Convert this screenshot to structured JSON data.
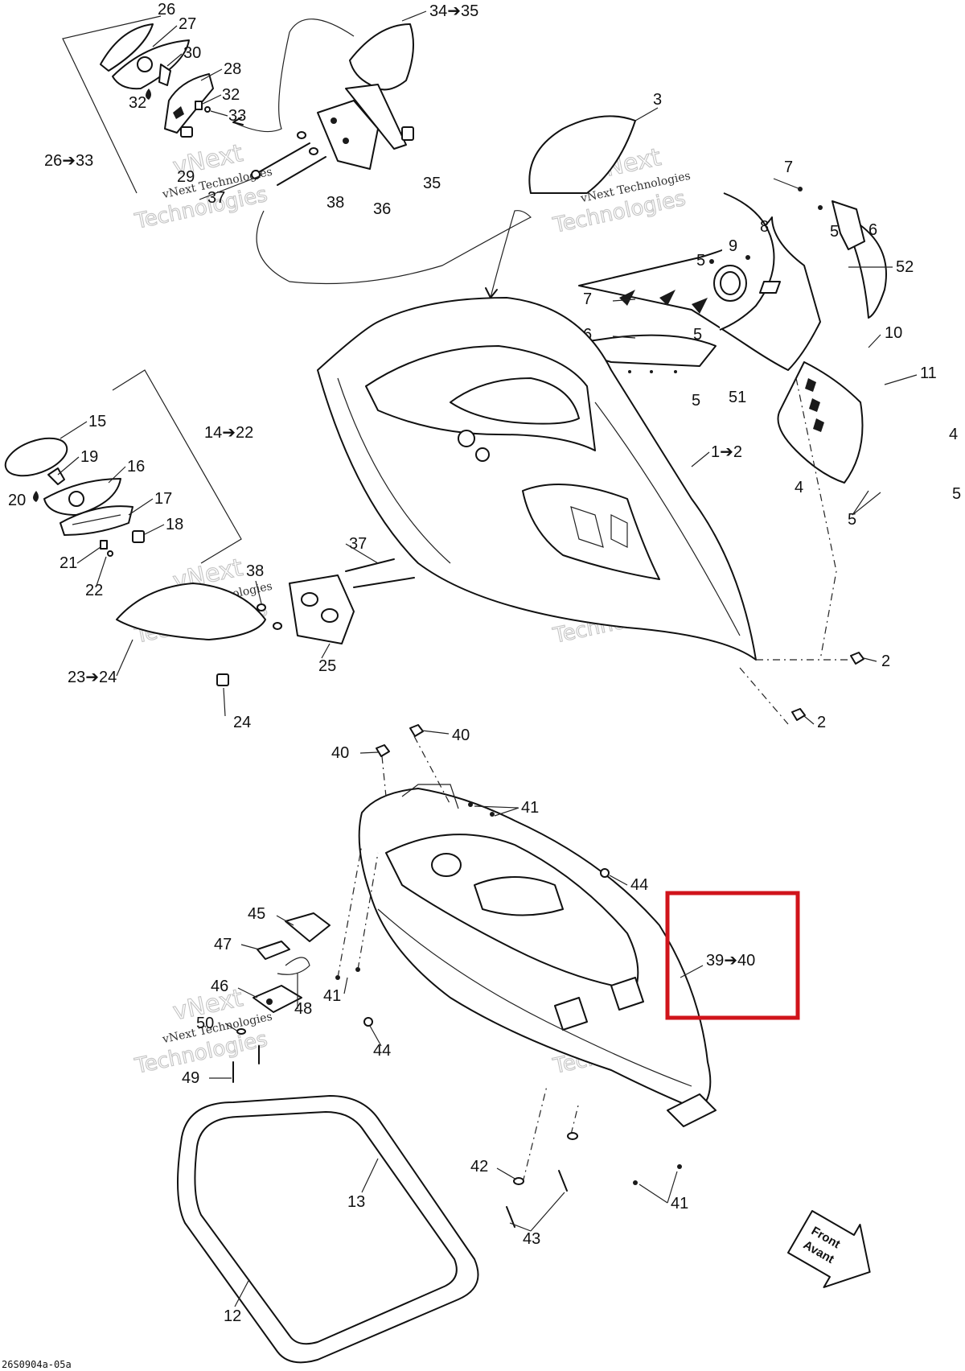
{
  "diagram": {
    "labels": {
      "l26": "26",
      "l27": "27",
      "l30": "30",
      "l28": "28",
      "l32a": "32",
      "l33a": "33",
      "l32b": "32",
      "l29": "29",
      "l26_33": "26➔33",
      "l37a": "37",
      "l38a": "38",
      "l36": "36",
      "l34_35": "34➔35",
      "l35": "35",
      "l3": "3",
      "l7a": "7",
      "l8": "8",
      "l5a": "5",
      "l6a": "6",
      "l9": "9",
      "l5b": "5",
      "l52": "52",
      "l7b": "7",
      "l6b": "6",
      "l5c": "5",
      "l10": "10",
      "l5d": "5",
      "l51": "51",
      "l11": "11",
      "l4a": "4",
      "l1_2": "1➔2",
      "l4b": "4",
      "l5e": "5",
      "l5f": "5",
      "l15": "15",
      "l14_22": "14➔22",
      "l19": "19",
      "l16": "16",
      "l20": "20",
      "l17": "17",
      "l18": "18",
      "l21": "21",
      "l22": "22",
      "l37b": "37",
      "l38b": "38",
      "l25": "25",
      "l23_24": "23➔24",
      "l24": "24",
      "l2a": "2",
      "l2b": "2",
      "l40a": "40",
      "l40b": "40",
      "l41a": "41",
      "l44a": "44",
      "l45": "45",
      "l47": "47",
      "l46": "46",
      "l48": "48",
      "l41b": "41",
      "l50": "50",
      "l44b": "44",
      "l49": "49",
      "l39_40": "39➔40",
      "l42": "42",
      "l41c": "41",
      "l43": "43",
      "l13": "13",
      "l12": "12"
    },
    "highlight_label": "39➔40",
    "front_arrow": {
      "line1": "Front",
      "line2": "Avant"
    },
    "watermark": {
      "line1": "vNext Technologies",
      "line2": "vNext",
      "line3": "Technologies"
    },
    "footer_code": "26S0904a-05a",
    "colors": {
      "line": "#111111",
      "highlight": "#d0141b",
      "watermark": "#c4c4c4"
    }
  }
}
